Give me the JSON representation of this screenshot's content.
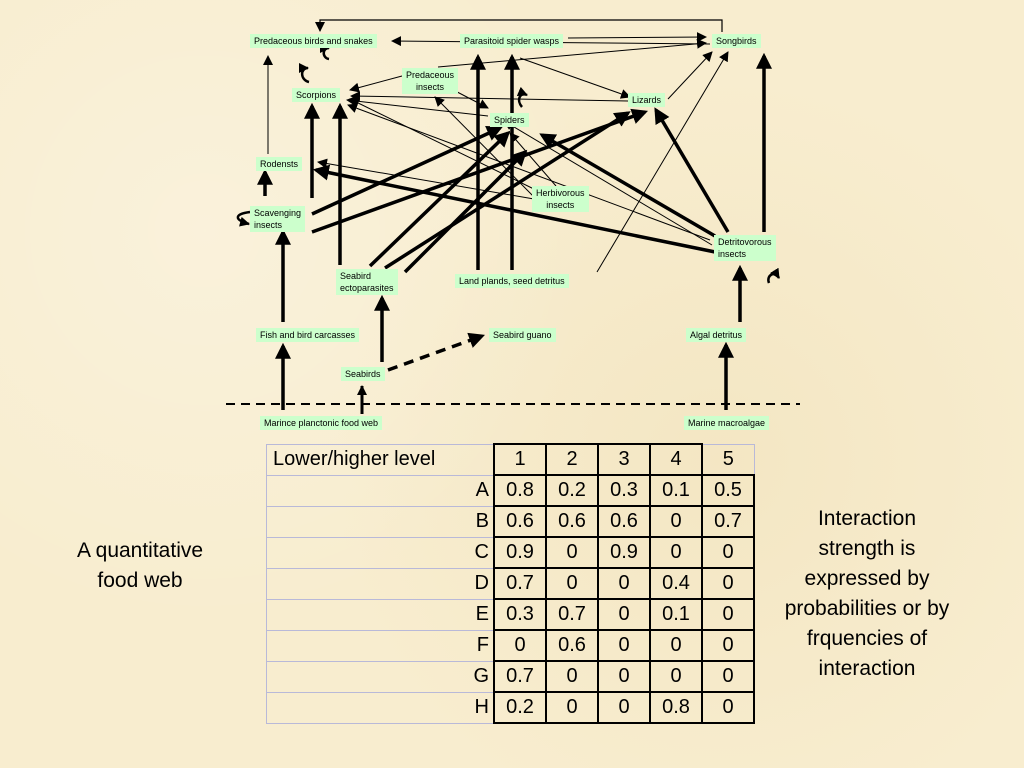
{
  "nodes": {
    "predaceous_birds_snakes": "Predaceous birds and snakes",
    "parasitoid_spider_wasps": "Parasitoid spider wasps",
    "songbirds": "Songbirds",
    "predaceous_insects_1": "Predaceous",
    "predaceous_insects_2": "insects",
    "scorpions": "Scorpions",
    "lizards": "Lizards",
    "spiders": "Spiders",
    "rodents": "Rodensts",
    "herbivorous_1": "Herbivorous",
    "herbivorous_2": "insects",
    "scavenging_1": "Scavenging",
    "scavenging_2": "insects",
    "detritivorous_1": "Detritovorous",
    "detritivorous_2": "insects",
    "seabird_ecto_1": "Seabird",
    "seabird_ecto_2": "ectoparasites",
    "land_plants": "Land plands, seed detritus",
    "fish_carcasses": "Fish and bird carcasses",
    "seabird_guano": "Seabird guano",
    "algal_detritus": "Algal detritus",
    "seabirds": "Seabirds",
    "marine_planktonic": "Marince planctonic food web",
    "marine_macroalgae": "Marine macroalgae"
  },
  "matrix": {
    "corner_label": "Lower/higher level",
    "columns": [
      "1",
      "2",
      "3",
      "4",
      "5"
    ],
    "rows": [
      {
        "label": "A",
        "values": [
          "0.8",
          "0.2",
          "0.3",
          "0.1",
          "0.5"
        ]
      },
      {
        "label": "B",
        "values": [
          "0.6",
          "0.6",
          "0.6",
          "0",
          "0.7"
        ]
      },
      {
        "label": "C",
        "values": [
          "0.9",
          "0",
          "0.9",
          "0",
          "0"
        ]
      },
      {
        "label": "D",
        "values": [
          "0.7",
          "0",
          "0",
          "0.4",
          "0"
        ]
      },
      {
        "label": "E",
        "values": [
          "0.3",
          "0.7",
          "0",
          "0.1",
          "0"
        ]
      },
      {
        "label": "F",
        "values": [
          "0",
          "0.6",
          "0",
          "0",
          "0"
        ]
      },
      {
        "label": "G",
        "values": [
          "0.7",
          "0",
          "0",
          "0",
          "0"
        ]
      },
      {
        "label": "H",
        "values": [
          "0.2",
          "0",
          "0",
          "0.8",
          "0"
        ]
      }
    ]
  },
  "caption_left": [
    "A quantitative",
    "food web"
  ],
  "caption_right": [
    "Interaction",
    "strength is",
    "expressed by",
    "probabilities or by",
    "frquencies of",
    "interaction"
  ],
  "colors": {
    "node_fill": "#ccffcc",
    "background": "#f8edcf"
  }
}
